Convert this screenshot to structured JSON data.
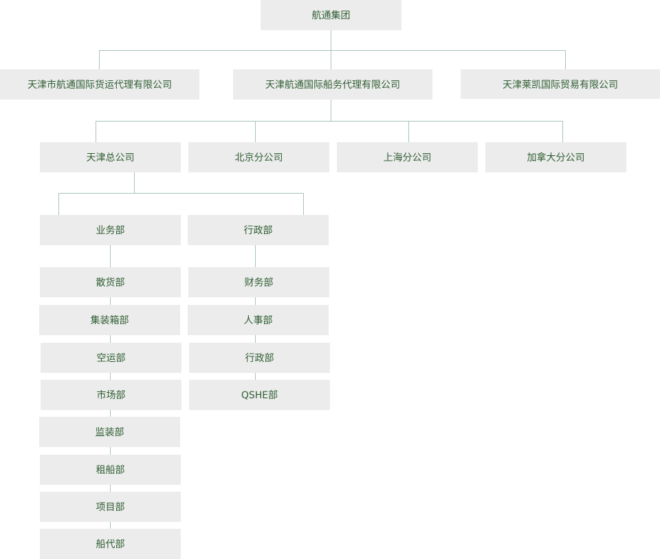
{
  "org": {
    "root": "航通集团",
    "level1": [
      "天津市航通国际货运代理有限公司",
      "天津航通国际船务代理有限公司",
      "天津莱凯国际贸易有限公司"
    ],
    "level2": [
      "天津总公司",
      "北京分公司",
      "上海分公司",
      "加拿大分公司"
    ],
    "level3": [
      "业务部",
      "行政部"
    ],
    "business_departments": [
      "散货部",
      "集装箱部",
      "空运部",
      "市场部",
      "监装部",
      "租船部",
      "项目部",
      "船代部"
    ],
    "admin_departments": [
      "财务部",
      "人事部",
      "行政部",
      "QSHE部"
    ]
  }
}
